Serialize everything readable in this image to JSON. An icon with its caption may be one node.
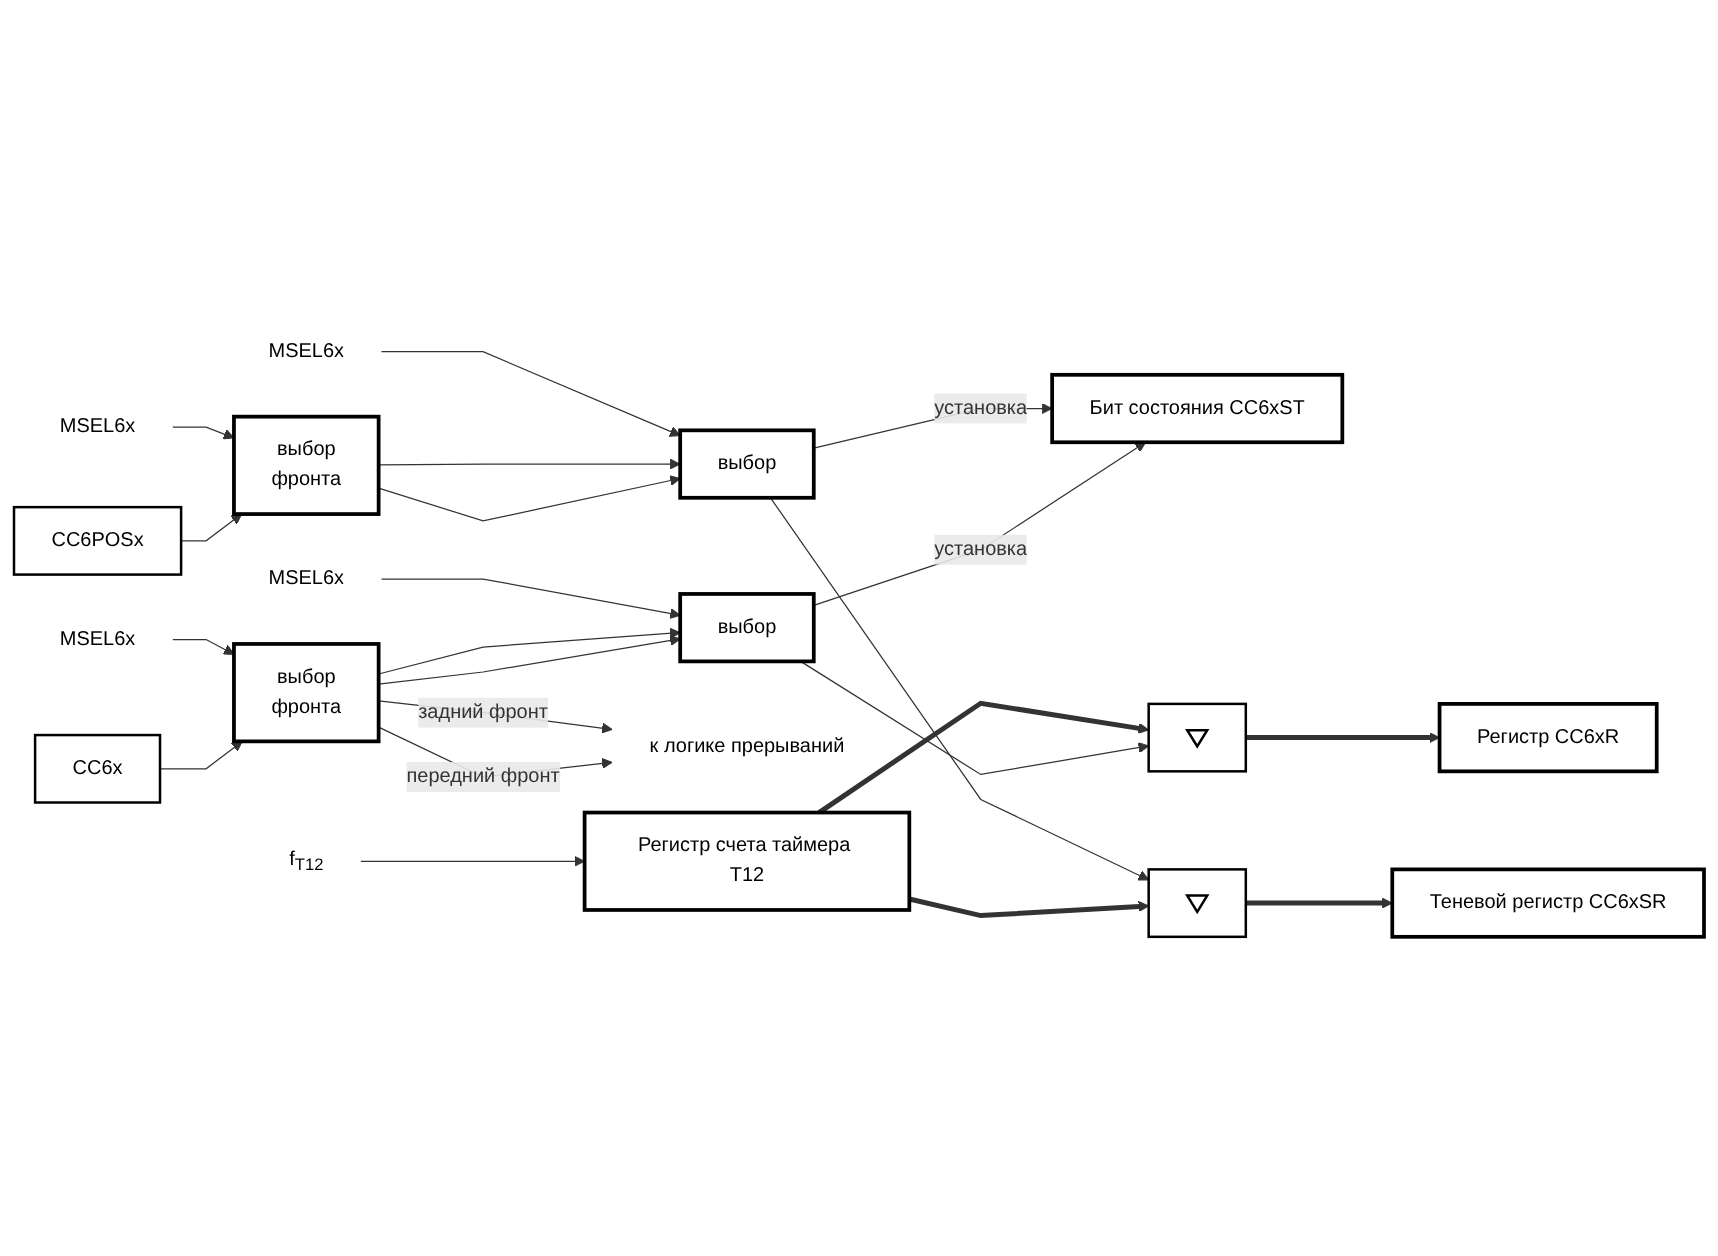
{
  "diagram": {
    "nodes": [
      {
        "text": [
          "CC6x"
        ]
      },
      {
        "text": [
          "MSEL6x"
        ]
      },
      {
        "text": [
          "выбор",
          "фронта"
        ]
      },
      {
        "text": [
          "MSEL6x"
        ]
      },
      {
        "text": [
          "выбор"
        ]
      },
      {
        "text": [
          "Бит состояния CC6xST"
        ]
      },
      {
        "text": [
          "f$_{T12}$"
        ]
      },
      {
        "text": [
          "Регистр счета таймера T12"
        ]
      },
      {
        "text": [],
        "shape": "box"
      },
      {
        "text": [],
        "shape": "box"
      },
      {
        "text": [
          "Регистр CC6xR"
        ]
      },
      {
        "text": [
          "Теневой регистр CC6xSR"
        ]
      },
      {
        "text": [
          "к логике прерываний"
        ]
      },
      {
        "text": [
          "CC6POSx"
        ]
      },
      {
        "text": [
          "выбор",
          "фронта"
        ]
      },
      {
        "text": [
          "MSEL6x"
        ]
      },
      {
        "text": [
          "выбор"
        ]
      },
      {
        "text": [
          "MSEL6x"
        ]
      }
    ],
    "edges": [
      {
        "from": 0,
        "to": 2,
        "arrow": "to"
      },
      {
        "from": 1,
        "to": 2,
        "arrow": "to"
      },
      {
        "from": 2,
        "to": 4,
        "arrow": "to"
      },
      {
        "from": 2,
        "to": 4,
        "arrow": "to"
      },
      {
        "from": 3,
        "to": 4,
        "arrow": "to"
      },
      {
        "from": 4,
        "to": 5,
        "arrow": "to",
        "label": "установка"
      },
      {
        "from": 4,
        "to": 8,
        "arrow": "to"
      },
      {
        "from": 2,
        "to": 12,
        "arrow": "to",
        "label": "передний фронт"
      },
      {
        "from": 2,
        "to": 12,
        "arrow": "to",
        "label": "задний фронт"
      },
      {
        "from": 6,
        "to": 7,
        "arrow": "to"
      },
      {
        "from": 7,
        "to": 8,
        "arrow": "to",
        "style": "thick"
      },
      {
        "from": 7,
        "to": 9,
        "arrow": "to",
        "style": "thick"
      },
      {
        "from": 8,
        "to": 10,
        "arrow": "to",
        "style": "thick"
      },
      {
        "from": 9,
        "to": 11,
        "arrow": "to",
        "style": "thick"
      },
      {
        "from": 13,
        "to": 14,
        "arrow": "to"
      },
      {
        "from": 15,
        "to": 14,
        "arrow": "to"
      },
      {
        "from": 14,
        "to": 16,
        "arrow": "to"
      },
      {
        "from": 14,
        "to": 16,
        "arrow": "to"
      },
      {
        "from": 17,
        "to": 16,
        "arrow": "to"
      },
      {
        "from": 16,
        "to": 5,
        "arrow": "to",
        "label": "установка"
      },
      {
        "from": 16,
        "to": 9,
        "arrow": "to"
      }
    ]
  }
}
